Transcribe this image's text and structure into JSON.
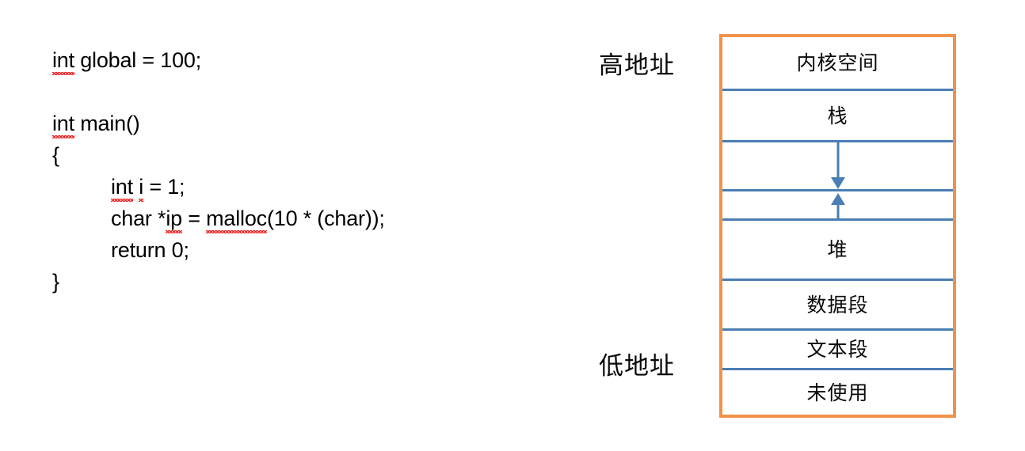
{
  "code": {
    "lines": [
      {
        "text": "int global = 100;",
        "indent": false,
        "misspelled": [
          [
            0,
            3
          ]
        ]
      },
      {
        "text": "",
        "indent": false,
        "misspelled": []
      },
      {
        "text": "int main()",
        "indent": false,
        "misspelled": [
          [
            0,
            3
          ]
        ]
      },
      {
        "text": "{",
        "indent": false,
        "misspelled": []
      },
      {
        "text": "int i = 1;",
        "indent": true,
        "misspelled": [
          [
            0,
            3
          ],
          [
            4,
            5
          ]
        ]
      },
      {
        "text": "char *ip = malloc(10 * (char));",
        "indent": true,
        "misspelled": [
          [
            6,
            8
          ],
          [
            11,
            17
          ]
        ]
      },
      {
        "text": "return 0;",
        "indent": true,
        "misspelled": []
      },
      {
        "text": "}",
        "indent": false,
        "misspelled": []
      }
    ]
  },
  "diagram": {
    "high_address_label": "高地址",
    "low_address_label": "低地址",
    "border_color": "#F1924B",
    "divider_color": "#4A7EB4",
    "arrow_color": "#4A7EB4",
    "rows": [
      {
        "label": "内核空间",
        "height": 65,
        "kind": "labeled"
      },
      {
        "label": "栈",
        "height": 65,
        "kind": "labeled"
      },
      {
        "label": "",
        "height": 62,
        "kind": "arrow-down"
      },
      {
        "label": "",
        "height": 37,
        "kind": "arrow-up"
      },
      {
        "label": "堆",
        "height": 76,
        "kind": "labeled"
      },
      {
        "label": "数据段",
        "height": 63,
        "kind": "labeled"
      },
      {
        "label": "文本段",
        "height": 50,
        "kind": "labeled"
      },
      {
        "label": "未使用",
        "height": 59,
        "kind": "labeled"
      }
    ]
  }
}
